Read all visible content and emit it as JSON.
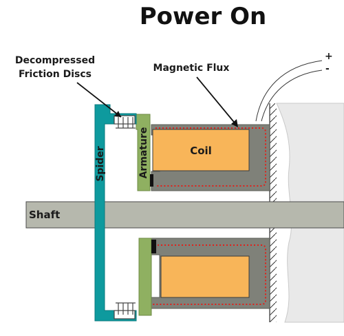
{
  "title": "Power On",
  "labels": {
    "friction_discs_line1": "Decompressed",
    "friction_discs_line2": "Friction Discs",
    "magnetic_flux": "Magnetic Flux",
    "plus": "+",
    "minus": "-",
    "spider": "Spider",
    "armature": "Armature",
    "coil": "Coil",
    "shaft": "Shaft"
  },
  "colors": {
    "spider": "#0e9a9e",
    "armature": "#8fb061",
    "coil": "#f8b559",
    "housing": "#7f8179",
    "shaft": "#b6b8ad",
    "flux": "#e0201a",
    "wall": "#e8e8e8"
  }
}
